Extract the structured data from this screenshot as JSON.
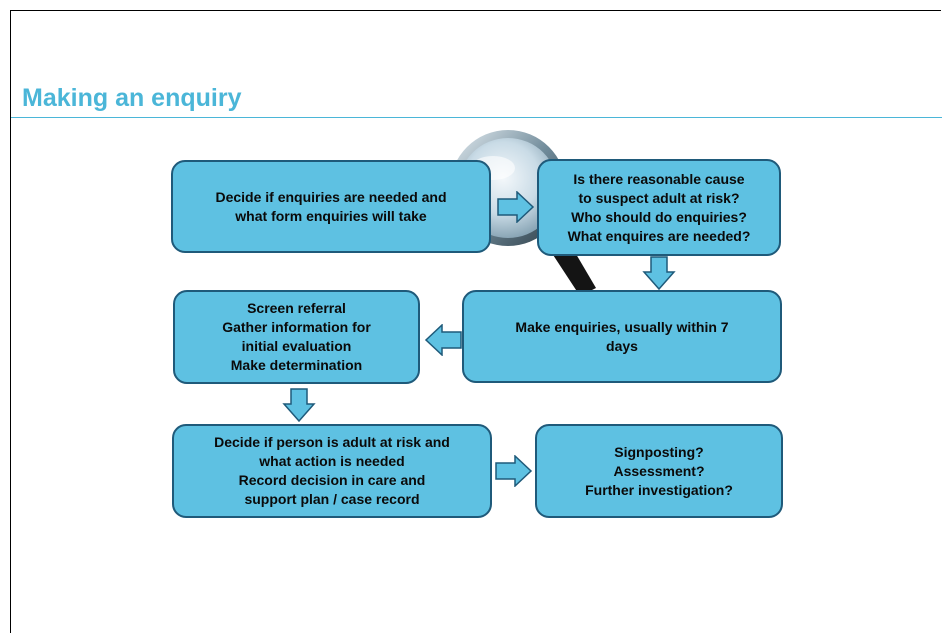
{
  "title": "Making an enquiry",
  "colors": {
    "accent": "#4bb6d8",
    "box_fill": "#5ec1e2",
    "box_border": "#1f5a7a"
  },
  "icons": [
    "magnifying-glass-icon",
    "arrow-right-icon",
    "arrow-down-icon",
    "arrow-left-icon"
  ],
  "steps": {
    "decide_enquiries": [
      "Decide if enquiries are needed and",
      "what form enquiries will take"
    ],
    "reasonable_cause": [
      "Is there reasonable cause",
      "to suspect adult at risk?",
      "Who should do enquiries?",
      "What enquires are needed?"
    ],
    "make_enquiries": [
      "Make enquiries, usually within 7",
      "days"
    ],
    "screen_referral": [
      "Screen referral",
      "Gather information for",
      "initial evaluation",
      "Make determination"
    ],
    "decide_person": [
      "Decide if person is adult at risk and",
      "what action is needed",
      "Record decision in care and",
      "support plan / case record"
    ],
    "outcomes": [
      "Signposting?",
      "Assessment?",
      "Further investigation?"
    ]
  }
}
